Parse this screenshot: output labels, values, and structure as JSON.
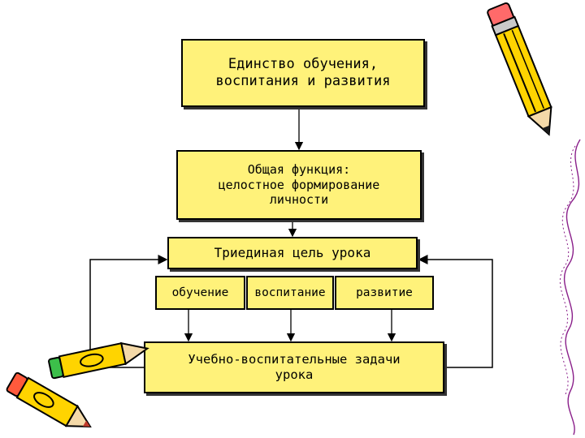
{
  "diagram": {
    "box_unity": "Единство обучения,\nвоспитания и развития",
    "box_function": "Общая функция:\nцелостное формирование\nличности",
    "box_goal": "Триединая цель урока",
    "components": [
      "обучение",
      "воспитание",
      "развитие"
    ],
    "box_tasks": "Учебно-воспитательные задачи\nурока"
  },
  "colors": {
    "box_fill": "#fff27a",
    "pencil_body": "#ffd400",
    "pencil_accent": "#1a1a1a",
    "eraser_green": "#3cbf4a",
    "side_squiggle": "#8a1f8a"
  },
  "decorations": {
    "top_right": "pencil-icon",
    "bottom_left": "crossed-pencils-icon",
    "right_edge": "squiggle-line"
  }
}
